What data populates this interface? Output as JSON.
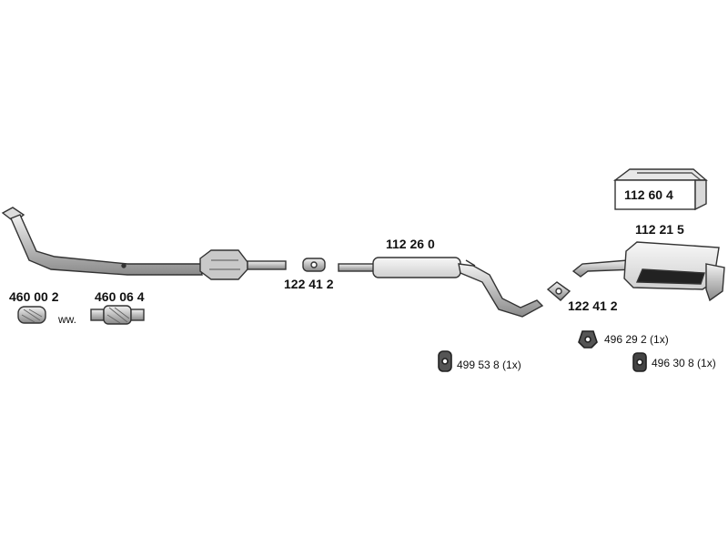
{
  "parts": {
    "catalytic_gasket": "460 00 2",
    "alt_flex": "460 06 4",
    "alt_note": "ww.",
    "connector_front": "122 41 2",
    "middle_silencer": "112 26 0",
    "connector_rear": "122 41 2",
    "rear_silencer": "112 21 5",
    "mount_kit": "112 60 4",
    "rubber_mount_1": "499 53 8 (1x)",
    "rubber_mount_2": "496 29 2  (1x)",
    "rubber_mount_3": "496 30 8 (1x)"
  }
}
